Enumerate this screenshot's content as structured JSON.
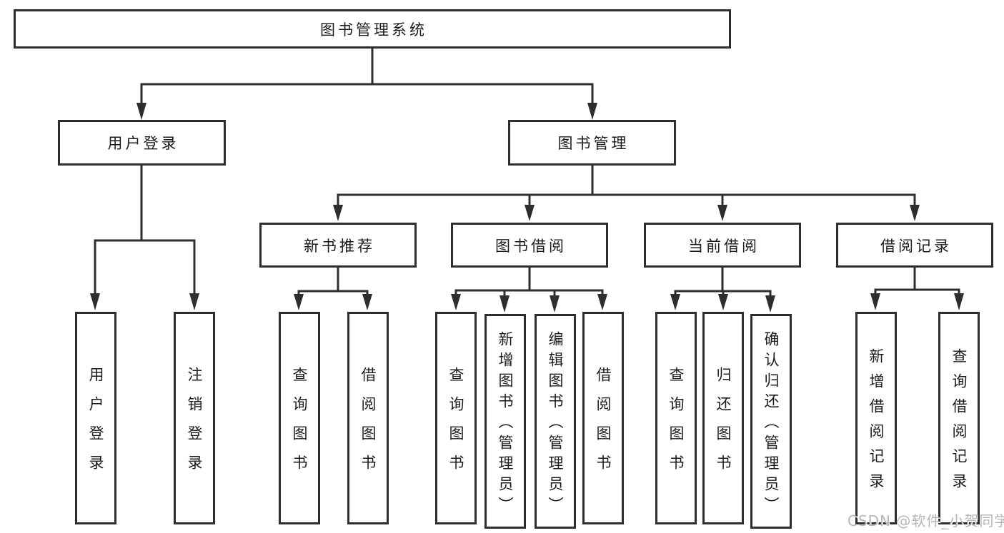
{
  "colors": {
    "line": "#2e2e2e",
    "box_border": "#2e2e2e",
    "box_fill": "#ffffff",
    "text": "#1c1c1c",
    "watermark": "#b6b6b6"
  },
  "watermark": "CSDN @软件_小贺同学",
  "tree": {
    "label": "图书管理系统",
    "children": [
      {
        "label": "用户登录",
        "children": [
          {
            "label": "用户登录"
          },
          {
            "label": "注销登录"
          }
        ]
      },
      {
        "label": "图书管理",
        "children": [
          {
            "label": "新书推荐",
            "children": [
              {
                "label": "查询图书"
              },
              {
                "label": "借阅图书"
              }
            ]
          },
          {
            "label": "图书借阅",
            "children": [
              {
                "label": "查询图书"
              },
              {
                "label": "新增图书（管理员）"
              },
              {
                "label": "编辑图书（管理员）"
              },
              {
                "label": "借阅图书"
              }
            ]
          },
          {
            "label": "当前借阅",
            "children": [
              {
                "label": "查询图书"
              },
              {
                "label": "归还图书"
              },
              {
                "label": "确认归还（管理员）"
              }
            ]
          },
          {
            "label": "借阅记录",
            "children": [
              {
                "label": "新增借阅记录"
              },
              {
                "label": "查询借阅记录"
              }
            ]
          }
        ]
      }
    ]
  }
}
